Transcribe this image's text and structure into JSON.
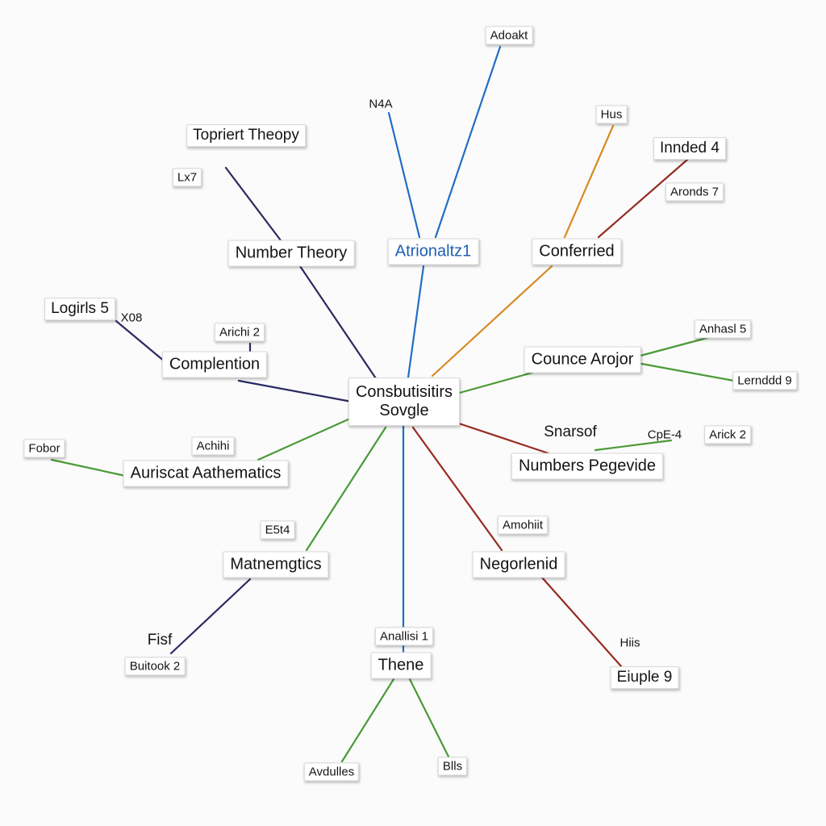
{
  "diagram": {
    "colors": {
      "navy": "#2b2a62",
      "blue": "#1f6fc2",
      "orange": "#d88a24",
      "red": "#962a22",
      "green": "#4a9a36"
    },
    "nodes": {
      "center_line1": "Consbutisitirs",
      "center_line2": "Sovgle",
      "number_theory": "Number Theory",
      "atrionaltz": "Atrionaltz1",
      "conferried": "Conferried",
      "complention": "Complention",
      "counce_arojor": "Counce Arojor",
      "auriscat": "Auriscat Aathematics",
      "numbers_pegevide": "Numbers Pegevide",
      "matnemgtics": "Matnemgtics",
      "negorlenid": "Negorlenid",
      "thene": "Thene",
      "topriert": "Topriert Theopy",
      "lx7": "Lx7",
      "adoakt": "Adoakt",
      "n4a": "N4A",
      "hus": "Hus",
      "innded": "Innded 4",
      "aronds": "Aronds 7",
      "logirls": "Logirls 5",
      "x08": "X08",
      "arichi2": "Arichi 2",
      "anhasl": "Anhasl 5",
      "lernddd": "Lernddd 9",
      "snarsof": "Snarsof",
      "cpe4": "CpE-4",
      "arick2": "Arick 2",
      "fobor": "Fobor",
      "achihi": "Achihi",
      "e5t4": "E5t4",
      "amohiit": "Amohiit",
      "fisf": "Fisf",
      "buitook": "Buitook 2",
      "hiis": "Hiis",
      "eiuple": "Eiuple 9",
      "anallisi": "Anallisi 1",
      "avdulles": "Avdulles",
      "blls": "Blls"
    }
  }
}
